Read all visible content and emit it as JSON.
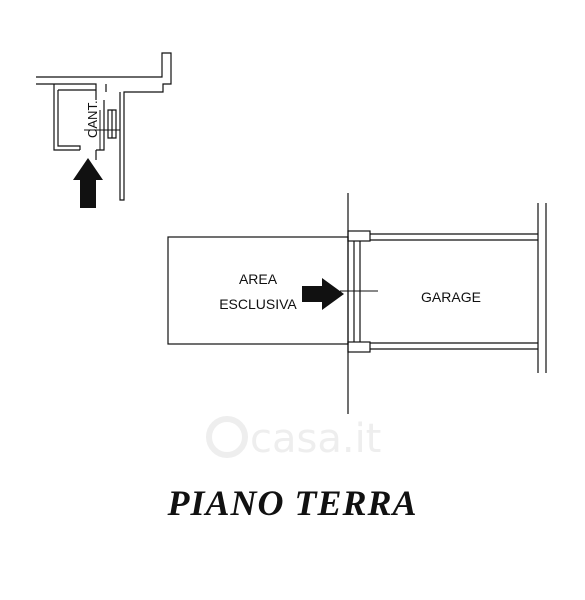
{
  "labels": {
    "cellar": "CANT.",
    "exclusive_area_line1": "AREA",
    "exclusive_area_line2": "ESCLUSIVA",
    "garage": "GARAGE"
  },
  "watermark": "casa.it",
  "floor_title": "PIANO TERRA",
  "colors": {
    "ink": "#111111",
    "watermark": "#eeeeee",
    "background": "#ffffff"
  },
  "icons": {
    "entrance_arrows": "arrow-icon",
    "watermark_logo": "house-icon"
  }
}
